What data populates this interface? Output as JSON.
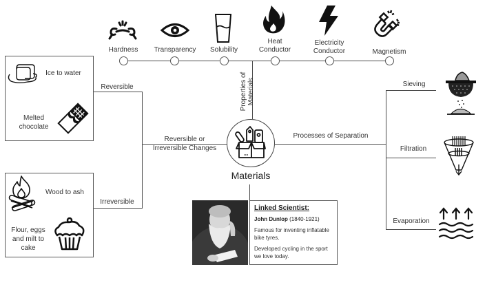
{
  "central_node": {
    "label": "Materials",
    "icon": "box-of-materials-icon"
  },
  "properties": {
    "branch_label": "Properties of Materials",
    "items": [
      {
        "label": "Hardness",
        "icon": "chain-break-icon"
      },
      {
        "label": "Transparency",
        "icon": "eye-icon"
      },
      {
        "label": "Solubility",
        "icon": "glass-of-water-icon"
      },
      {
        "label": "Heat Conductor",
        "line1": "Heat",
        "line2": "Conductor",
        "icon": "flame-icon"
      },
      {
        "label": "Electricity Conductor",
        "line1": "Electricity",
        "line2": "Conductor",
        "icon": "lightning-bolt-icon"
      },
      {
        "label": "Magnetism",
        "icon": "magnet-icon"
      }
    ]
  },
  "changes": {
    "branch_label_line1": "Reversible or",
    "branch_label_line2": "Irreversible Changes",
    "reversible": {
      "label": "Reversible",
      "examples": [
        {
          "label": "Ice to water",
          "icon": "melting-ice-icon"
        },
        {
          "label_line1": "Melted",
          "label_line2": "chocolate",
          "icon": "chocolate-bar-icon"
        }
      ]
    },
    "irreversible": {
      "label": "Irreversible",
      "examples": [
        {
          "label": "Wood to ash",
          "icon": "campfire-icon"
        },
        {
          "label_line1": "Flour, eggs",
          "label_line2": "and milt to",
          "label_line3": "cake",
          "icon": "cupcake-icon"
        }
      ]
    }
  },
  "separation": {
    "branch_label": "Processes of Separation",
    "items": [
      {
        "label": "Sieving",
        "icon": "sieve-icon"
      },
      {
        "label": "Filtration",
        "icon": "filter-funnel-icon"
      },
      {
        "label": "Evaporation",
        "icon": "evaporation-icon"
      }
    ]
  },
  "scientist": {
    "heading": "Linked Scientist:",
    "name": "John Dunlop",
    "dates": "(1840-1921)",
    "fact1": "Famous for inventing inflatable bike tyres.",
    "fact2": "Developed cycling in the sport we love today.",
    "photo": "portrait-photo"
  }
}
